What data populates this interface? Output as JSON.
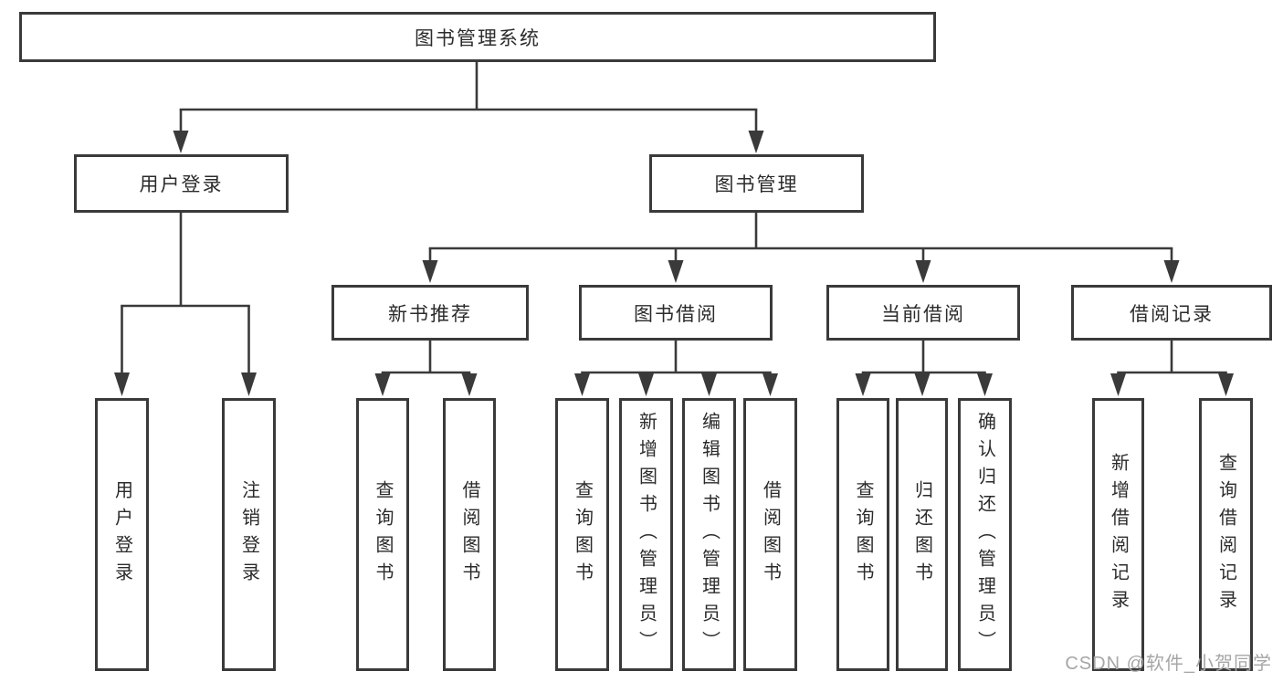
{
  "tree": {
    "root": {
      "label": "图书管理系统"
    },
    "branches": [
      {
        "label": "用户登录",
        "children": [
          {
            "label": "用户登录"
          },
          {
            "label": "注销登录"
          }
        ]
      },
      {
        "label": "图书管理",
        "children": [
          {
            "label": "新书推荐",
            "children": [
              {
                "label": "查询图书"
              },
              {
                "label": "借阅图书"
              }
            ]
          },
          {
            "label": "图书借阅",
            "children": [
              {
                "label": "查询图书"
              },
              {
                "label": "新增图书（管理员）"
              },
              {
                "label": "编辑图书（管理员）"
              },
              {
                "label": "借阅图书"
              }
            ]
          },
          {
            "label": "当前借阅",
            "children": [
              {
                "label": "查询图书"
              },
              {
                "label": "归还图书"
              },
              {
                "label": "确认归还（管理员）"
              }
            ]
          },
          {
            "label": "借阅记录",
            "children": [
              {
                "label": "新增借阅记录"
              },
              {
                "label": "查询借阅记录"
              }
            ]
          }
        ]
      }
    ]
  },
  "watermark": "CSDN @软件_小贺同学",
  "colors": {
    "line": "#3a3a3a",
    "box_border": "#3a3a3a",
    "text": "#2b2b2b",
    "watermark": "#a6a6a6",
    "background": "#ffffff"
  }
}
